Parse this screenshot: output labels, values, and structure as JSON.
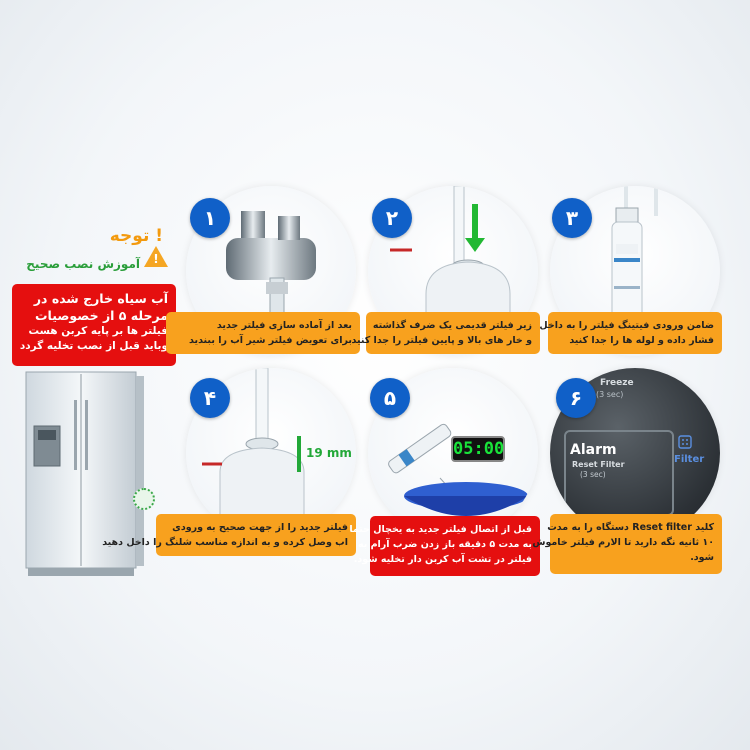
{
  "notice": {
    "title": "توجه !",
    "subtitle": "آموزش نصب صحیح",
    "warning_icon": "warning-triangle-icon",
    "lines": [
      "آب سیاه خارج شده در",
      "مرحله ۵ از خصوصیات",
      "فیلتر ها بر پایه کربن هست",
      "وباید قبل از نصب تخلیه گردد"
    ]
  },
  "steps": [
    {
      "number": "۱",
      "color": "orange",
      "lines": [
        "بعد از آماده سازی فیلتر جدید",
        "برای تعویض فیلتر شیر آب را ببندید"
      ]
    },
    {
      "number": "۲",
      "color": "orange",
      "lines": [
        "زیر فیلتر قدیمی یک ضرف گذاشته",
        "و خار های بالا و پایین فیلتر را جدا کنید"
      ]
    },
    {
      "number": "۳",
      "color": "orange",
      "lines": [
        "ضامن ورودی فیتینگ فیلتر را به داخل",
        "فشار داده و لوله ها را جدا کنید"
      ]
    },
    {
      "number": "۴",
      "color": "orange",
      "lines": [
        "فیلتر جدید را از جهت صحیح به ورودی",
        "اب وصل کرده و به اندازه مناسب شلنگ را داخل دهید"
      ]
    },
    {
      "number": "۵",
      "color": "red",
      "lines": [
        "قبل از اتصال فیلتر جدید به یخچال حتما",
        "به مدت ۵ دقیقه باز زدن ضرب آرام به",
        "فیلتر در تشت آب کربن دار تخلیه شود."
      ]
    },
    {
      "number": "۶",
      "color": "orange",
      "lines": [
        "کلید Reset filter دستگاه را به مدت",
        "۱۰ ثانیه نگه دارید تا الارم فیلتر خاموش",
        "شود."
      ]
    }
  ],
  "step4_measure": "19 mm",
  "step5_timer": "05:00",
  "step6_panel": {
    "alarm": "Alarm",
    "reset": "Reset Filter",
    "hold": "(3 sec)",
    "filter": "Filter",
    "freeze_partial": "Freeze",
    "sec_partial": "(3 sec)"
  },
  "colors": {
    "orange": "#f8a11e",
    "red": "#e50f0f",
    "blue": "#1060c8",
    "green": "#2a9e3a"
  }
}
